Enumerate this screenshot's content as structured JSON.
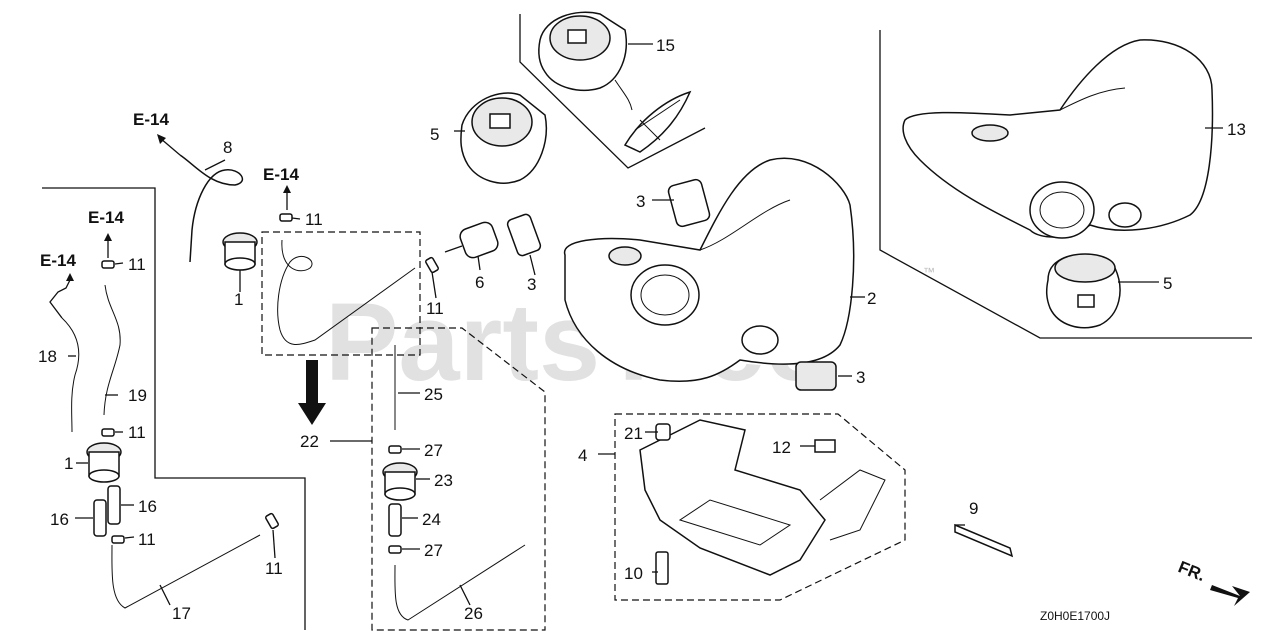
{
  "watermark": "PartsTree",
  "trademark": "™",
  "diagram_code": "Z0H0E1700J",
  "direction_label": "FR.",
  "external_refs": [
    "E-14",
    "E-14",
    "E-14",
    "E-14"
  ],
  "callouts": {
    "c1a": "1",
    "c1b": "1",
    "c2": "2",
    "c3a": "3",
    "c3b": "3",
    "c3c": "3",
    "c4": "4",
    "c5a": "5",
    "c5b": "5",
    "c6": "6",
    "c8": "8",
    "c9": "9",
    "c10": "10",
    "c11a": "11",
    "c11b": "11",
    "c11c": "11",
    "c11d": "11",
    "c11e": "11",
    "c11f": "11",
    "c12": "12",
    "c13": "13",
    "c15": "15",
    "c16a": "16",
    "c16b": "16",
    "c17": "17",
    "c18": "18",
    "c19": "19",
    "c21": "21",
    "c22": "22",
    "c23": "23",
    "c24": "24",
    "c25": "25",
    "c26": "26",
    "c27a": "27",
    "c27b": "27"
  }
}
